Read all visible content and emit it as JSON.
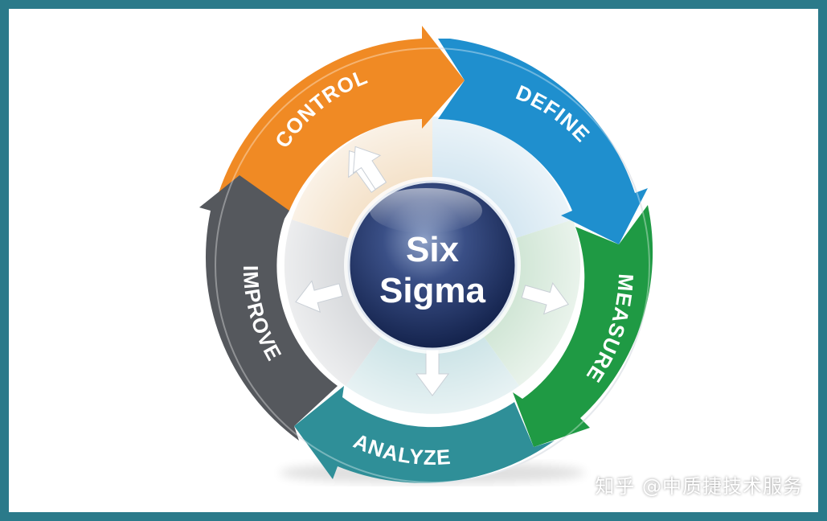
{
  "center": {
    "line1": "Six",
    "line2": "Sigma"
  },
  "phases": {
    "control": "CONTROL",
    "define": "DEFINE",
    "measure": "MEASURE",
    "analyze": "ANALYZE",
    "improve": "IMPROVE"
  },
  "watermark": "知乎 @中质捷技术服务",
  "colors": {
    "frame": "#2b7a8a",
    "control": "#f08a24",
    "define": "#1f8fce",
    "measure": "#1f9a44",
    "analyze": "#2f8f98",
    "improve": "#55585d",
    "center": "#1b2d5c"
  }
}
